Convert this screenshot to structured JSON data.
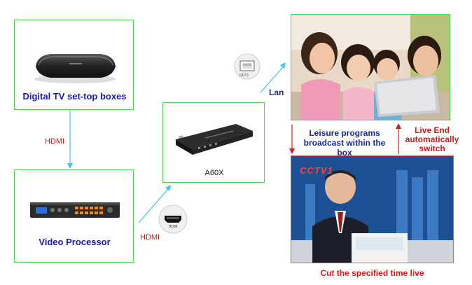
{
  "nodes": {
    "settop": {
      "label": "Digital TV set-top boxes"
    },
    "processor": {
      "label": "Video Processor"
    },
    "player": {
      "label": "A60X"
    },
    "ethernet_port": {
      "label": "OUT1"
    }
  },
  "links": {
    "hdmi_vertical": "HDMI",
    "hdmi_diagonal": "HDMI",
    "lan": "Lan"
  },
  "annotations": {
    "leisure": "Leisure programs broadcast within the box",
    "live_end": "Live End automatically switch",
    "cut_live": "Cut the specified time live"
  },
  "tv_logo": "CCTV1",
  "colors": {
    "box_border_green": "#52d452",
    "box_border_red": "#e06060",
    "arrow_cyan": "#3fc6e8",
    "arrow_red": "#d11a1a",
    "label_blue": "#1a1ab0",
    "label_red": "#d11a1a"
  }
}
